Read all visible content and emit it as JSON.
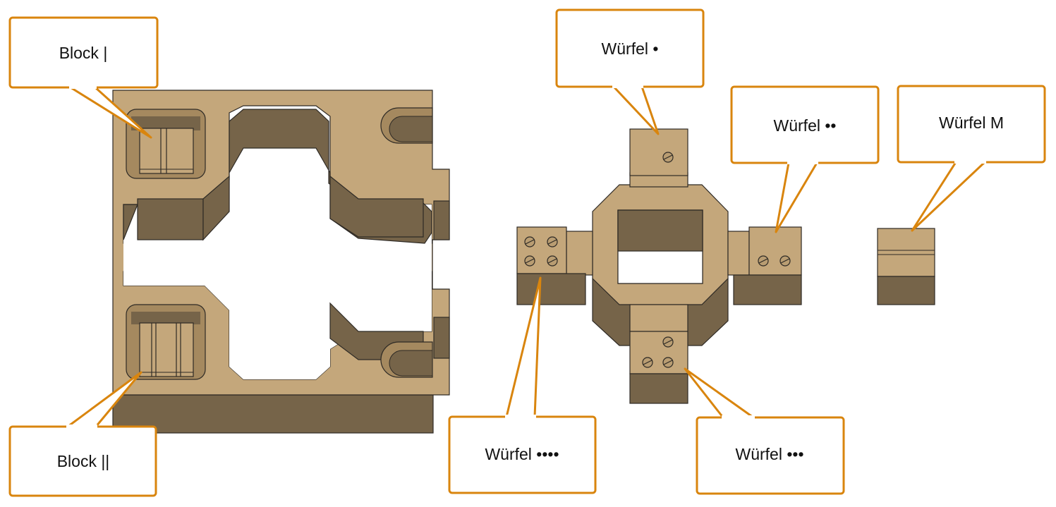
{
  "labels": {
    "block_1": "Block |",
    "block_2": "Block ||",
    "wuerfel_1": "Würfel •",
    "wuerfel_2": "Würfel ••",
    "wuerfel_3": "Würfel •••",
    "wuerfel_4": "Würfel ••••",
    "wuerfel_m": "Würfel M"
  },
  "colors": {
    "face": "#c4a77b",
    "shadow": "#766449",
    "hole_inner": "#a5895f",
    "outline": "#2e2a25",
    "callout": "#d9850e",
    "screw": "#b99d72"
  }
}
